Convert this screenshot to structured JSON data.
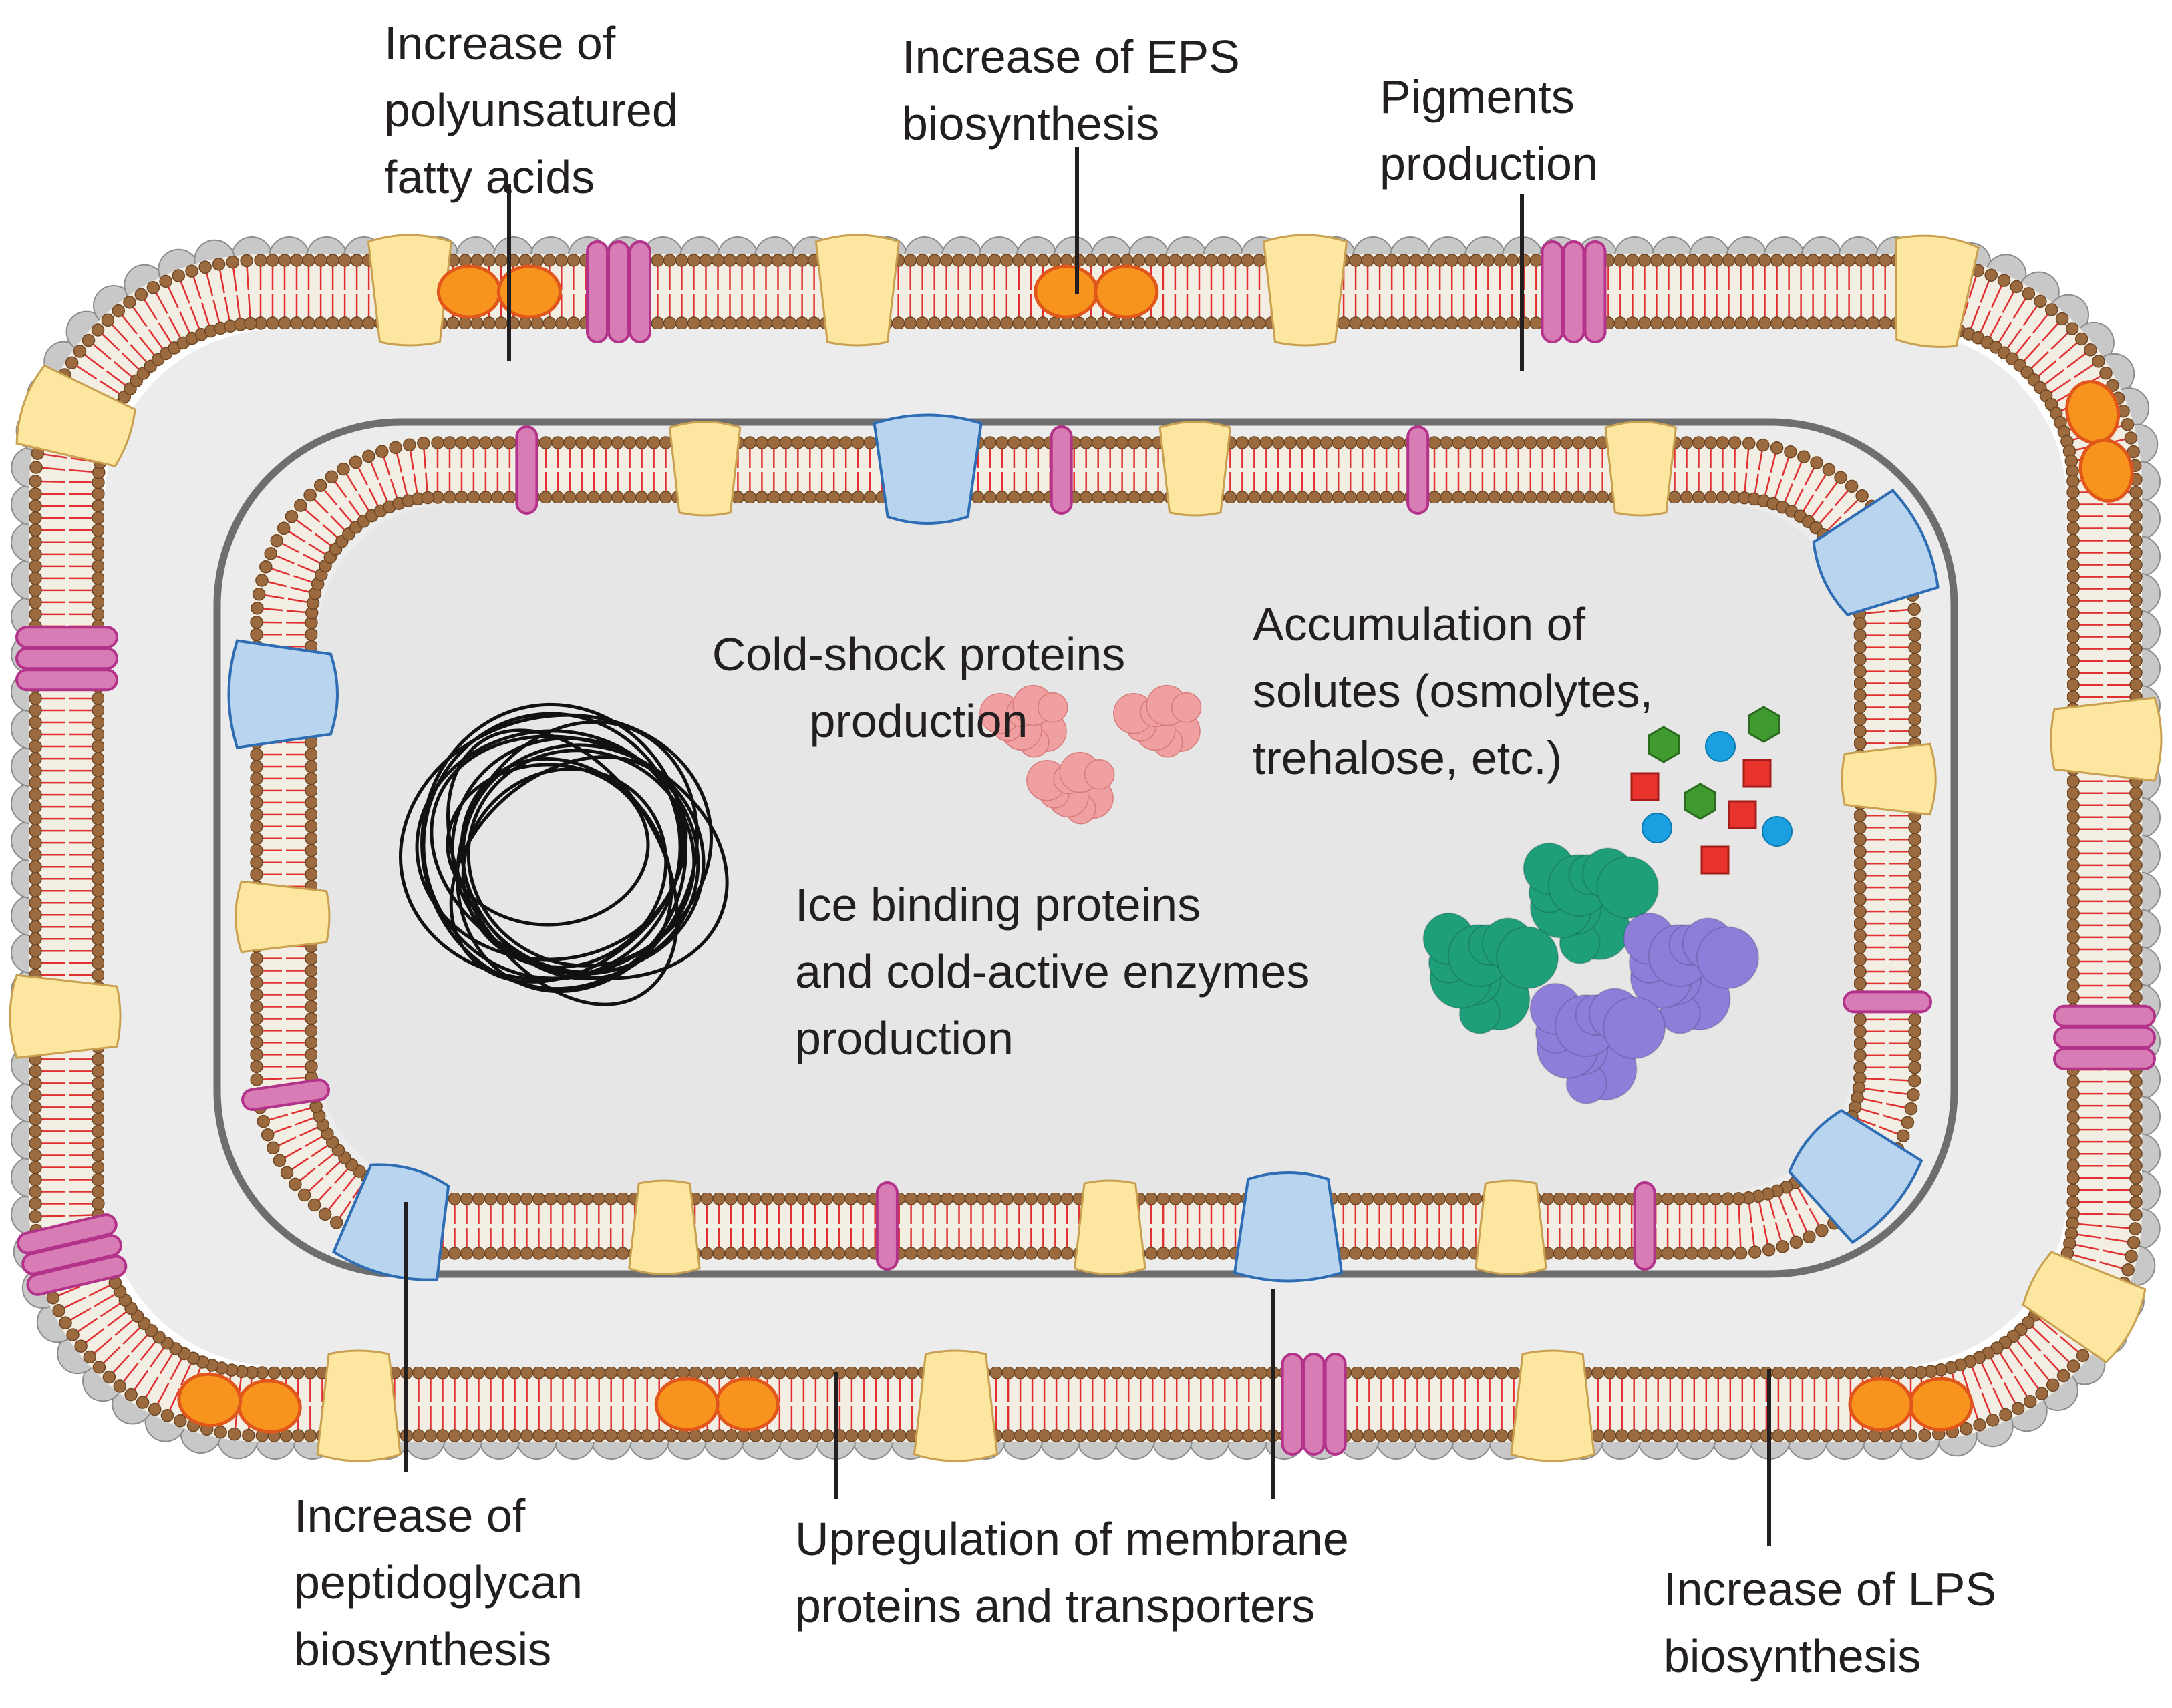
{
  "labels": {
    "pufa": [
      "Increase of",
      "polyunsatured",
      "fatty acids"
    ],
    "eps": [
      "Increase of EPS",
      "biosynthesis"
    ],
    "pigments": [
      "Pigments",
      "production"
    ],
    "cold_shock": [
      "Cold-shock proteins",
      "production"
    ],
    "solutes": [
      "Accumulation of",
      "solutes (osmolytes,",
      "trehalose, etc.)"
    ],
    "ice_binding": [
      "Ice binding proteins",
      "and cold-active enzymes",
      "production"
    ],
    "peptidoglycan": [
      "Increase of",
      "peptidoglycan",
      "biosynthesis"
    ],
    "membrane_proteins": [
      "Upregulation of membrane",
      "proteins and transporters"
    ],
    "lps": [
      "Increase of LPS",
      "biosynthesis"
    ]
  },
  "colors": {
    "lps_bead": "#c8c8c8",
    "lps_stroke": "#8c8c8c",
    "eps_wave": "#9b3d96",
    "lipid_head": "#9b6b3f",
    "lipid_head_stroke": "#6b4423",
    "lipid_tail": "#e03030",
    "membrane_core": "#f3eee4",
    "periplasm": "#ececec",
    "peptidoglycan": "#6e6e6e",
    "cytoplasm": "#e6e6e6",
    "porin": "#fde7a0",
    "porin_stroke": "#c9a050",
    "transporter": "#b8d4ee",
    "transporter_stroke": "#2e6db4",
    "helix": "#d77cb5",
    "helix_stroke": "#b3338a",
    "pigment": "#f7941d",
    "pigment_stroke": "#e0561b",
    "dna": "#111111",
    "csp": "#f0a0a0",
    "ibp_green": "#1f9e7a",
    "ibp_purple": "#8e7dd9",
    "solute_hex": "#3f9a2f",
    "solute_circle": "#1aa0e0",
    "solute_square": "#e8322c",
    "leader": "#231f20"
  }
}
